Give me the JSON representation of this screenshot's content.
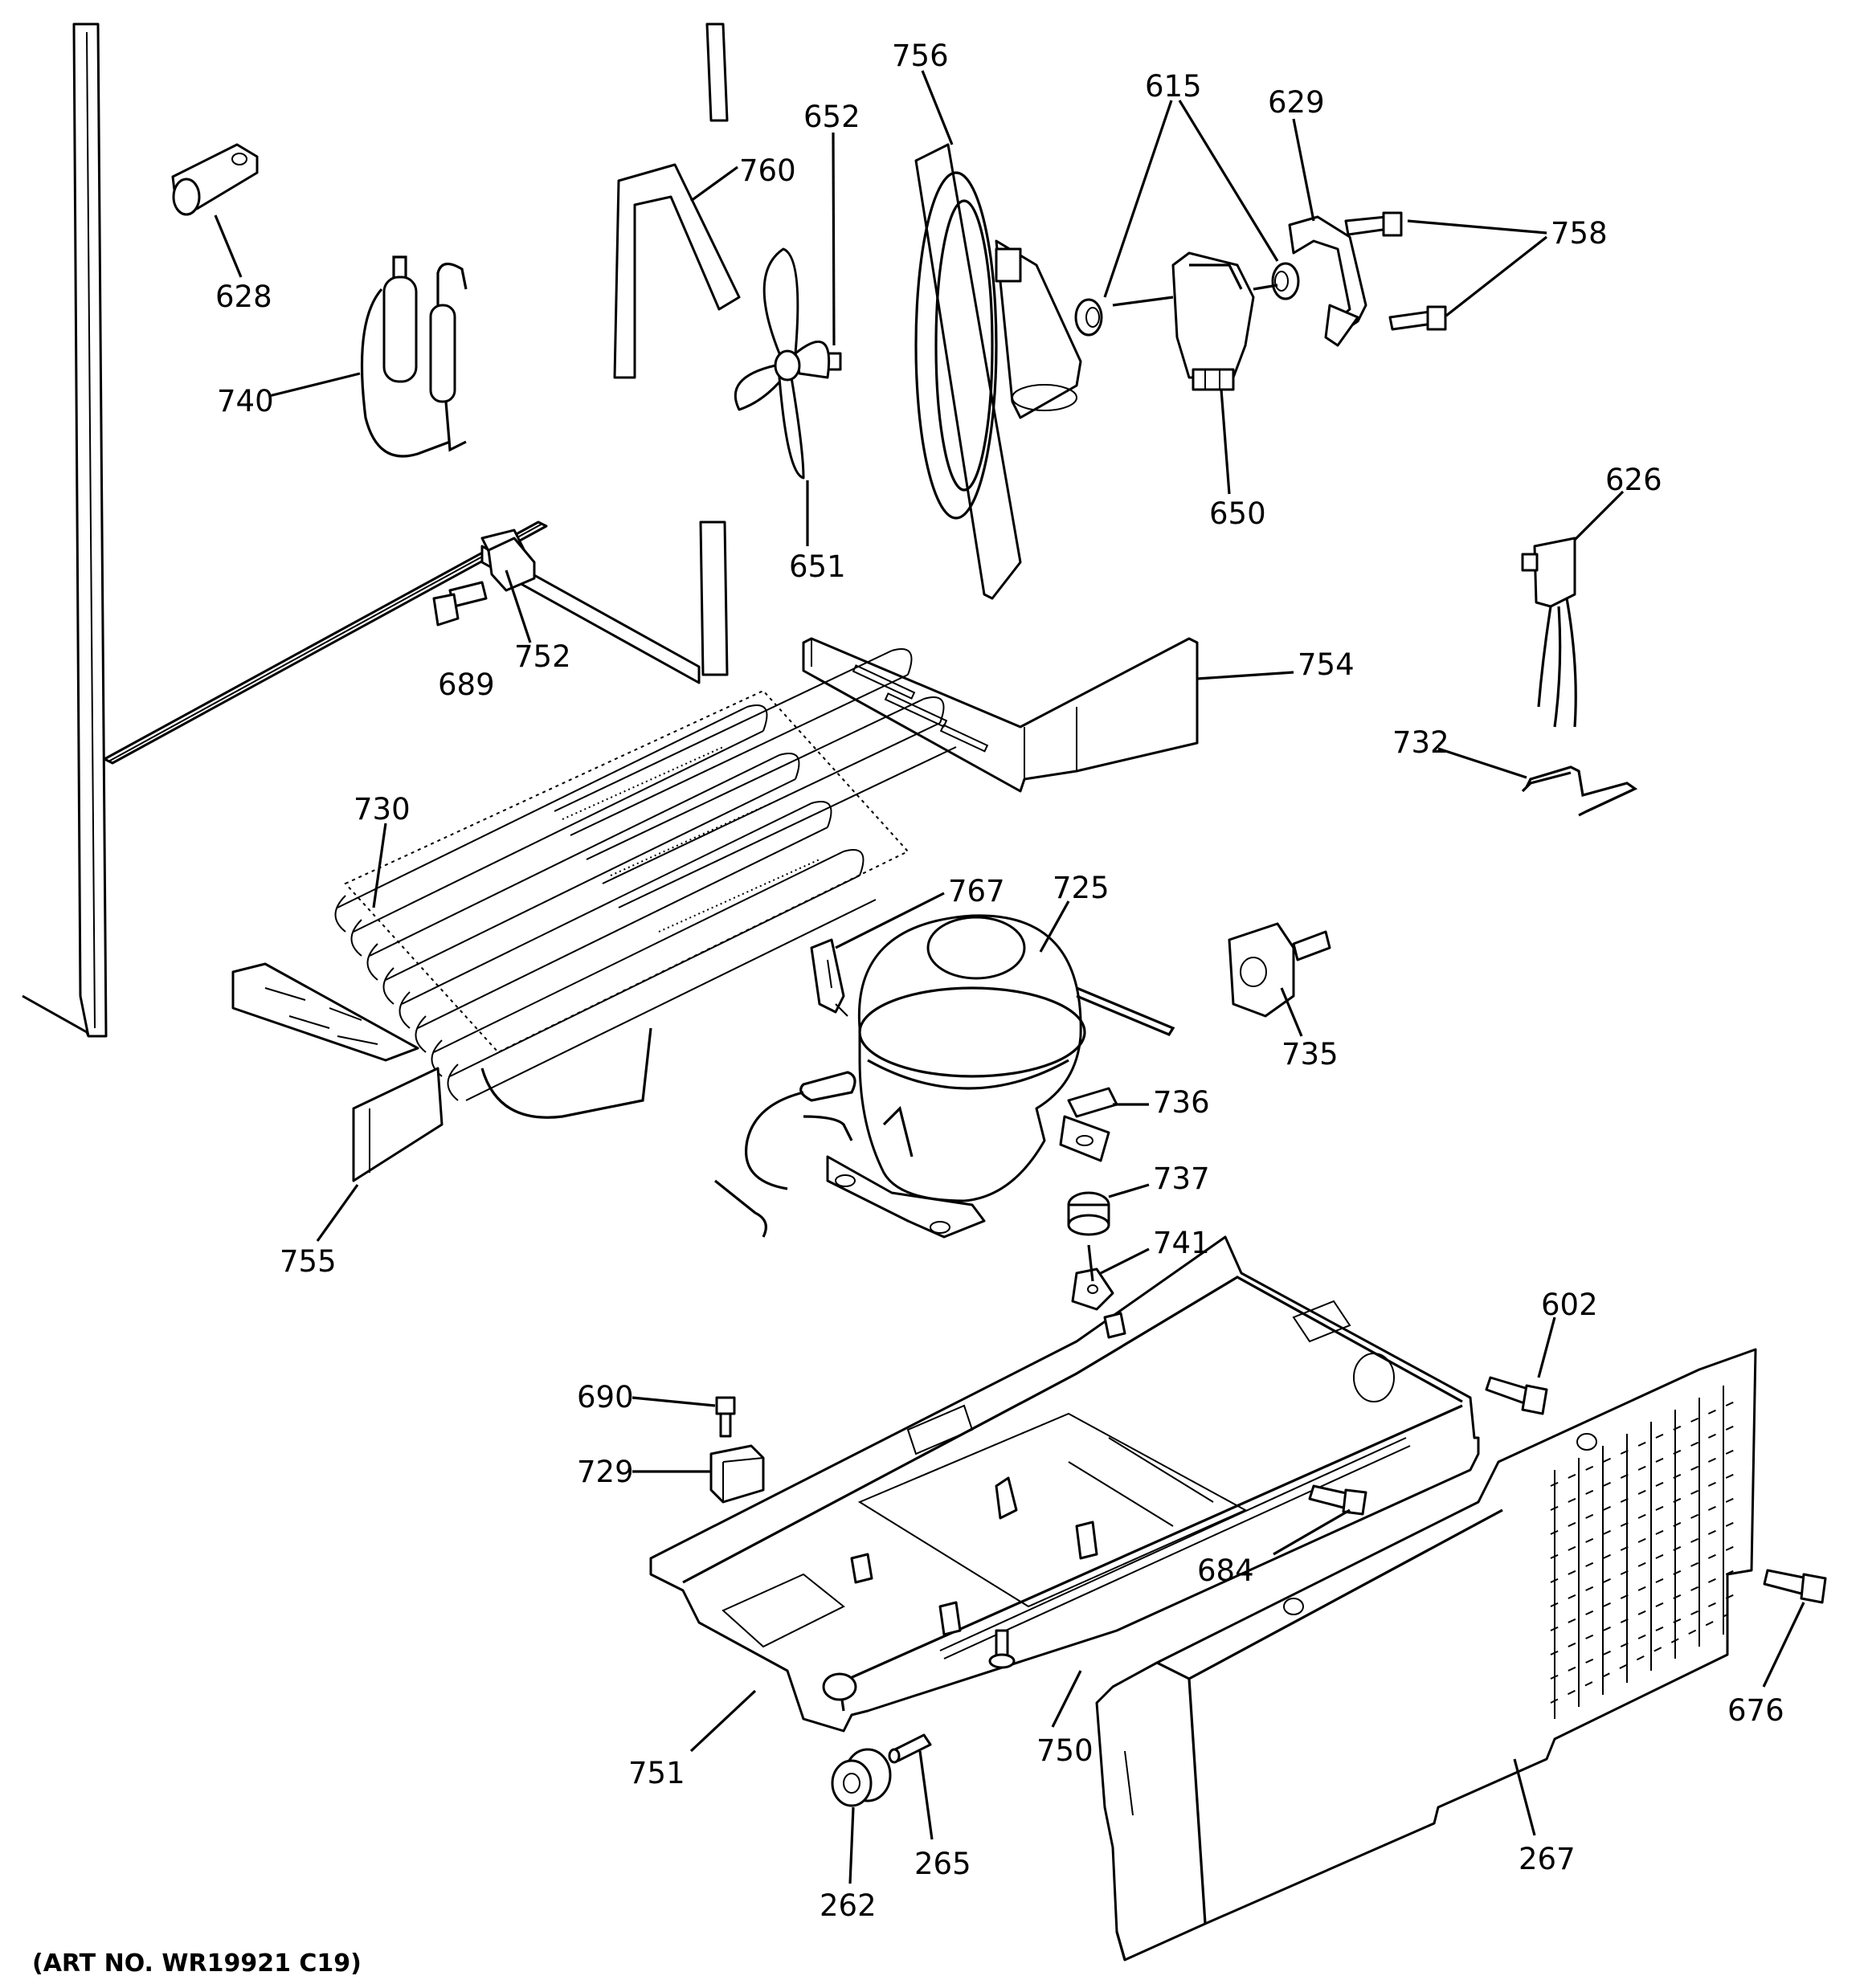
{
  "diagram": {
    "footer": "(ART NO. WR19921 C19)",
    "parts": [
      {
        "id": "p628",
        "number": "628",
        "icon": "cable-clamp-icon"
      },
      {
        "id": "p740",
        "number": "740",
        "icon": "drier-icon"
      },
      {
        "id": "p760",
        "number": "760",
        "icon": "bracket-icon"
      },
      {
        "id": "p652",
        "number": "652",
        "icon": "clip-icon"
      },
      {
        "id": "p651",
        "number": "651",
        "icon": "fan-blade-icon"
      },
      {
        "id": "p756",
        "number": "756",
        "icon": "fan-shroud-icon"
      },
      {
        "id": "p615",
        "number": "615",
        "icon": "grommet-icon"
      },
      {
        "id": "p650",
        "number": "650",
        "icon": "fan-motor-icon"
      },
      {
        "id": "p629",
        "number": "629",
        "icon": "motor-bracket-icon"
      },
      {
        "id": "p758",
        "number": "758",
        "icon": "screw-icon"
      },
      {
        "id": "p626",
        "number": "626",
        "icon": "wire-harness-icon"
      },
      {
        "id": "p732",
        "number": "732",
        "icon": "wire-clip-icon"
      },
      {
        "id": "p754",
        "number": "754",
        "icon": "baffle-icon"
      },
      {
        "id": "p752",
        "number": "752",
        "icon": "support-icon"
      },
      {
        "id": "p689",
        "number": "689",
        "icon": "bolt-icon"
      },
      {
        "id": "p730",
        "number": "730",
        "icon": "condenser-icon"
      },
      {
        "id": "p767",
        "number": "767",
        "icon": "clip-icon"
      },
      {
        "id": "p725",
        "number": "725",
        "icon": "compressor-icon"
      },
      {
        "id": "p735",
        "number": "735",
        "icon": "overload-icon"
      },
      {
        "id": "p736",
        "number": "736",
        "icon": "clip-icon"
      },
      {
        "id": "p737",
        "number": "737",
        "icon": "grommet-icon"
      },
      {
        "id": "p741",
        "number": "741",
        "icon": "mount-stud-icon"
      },
      {
        "id": "p755",
        "number": "755",
        "icon": "baffle-icon"
      },
      {
        "id": "p602",
        "number": "602",
        "icon": "screw-icon"
      },
      {
        "id": "p690",
        "number": "690",
        "icon": "screw-icon"
      },
      {
        "id": "p729",
        "number": "729",
        "icon": "capacitor-icon"
      },
      {
        "id": "p684",
        "number": "684",
        "icon": "screw-icon"
      },
      {
        "id": "p676",
        "number": "676",
        "icon": "screw-icon"
      },
      {
        "id": "p751",
        "number": "751",
        "icon": "base-pan-icon"
      },
      {
        "id": "p750",
        "number": "750",
        "icon": "pin-icon"
      },
      {
        "id": "p262",
        "number": "262",
        "icon": "roller-icon"
      },
      {
        "id": "p265",
        "number": "265",
        "icon": "axle-icon"
      },
      {
        "id": "p267",
        "number": "267",
        "icon": "grille-icon"
      }
    ]
  }
}
